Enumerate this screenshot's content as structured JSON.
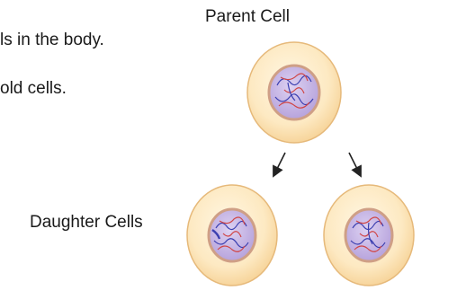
{
  "text": {
    "line1": "ls in the body.",
    "line2": "old cells."
  },
  "diagram": {
    "parent_label": "Parent Cell",
    "daughter_label": "Daughter Cells"
  },
  "colors": {
    "cell_fill": "#fdebc8",
    "cell_stroke": "#e6b97a",
    "membrane": "#cf9f86",
    "nucleus": "#c9b9e6",
    "chromatin_blue": "#3b3fb0",
    "chromatin_red": "#d04545",
    "arrow": "#222222"
  }
}
